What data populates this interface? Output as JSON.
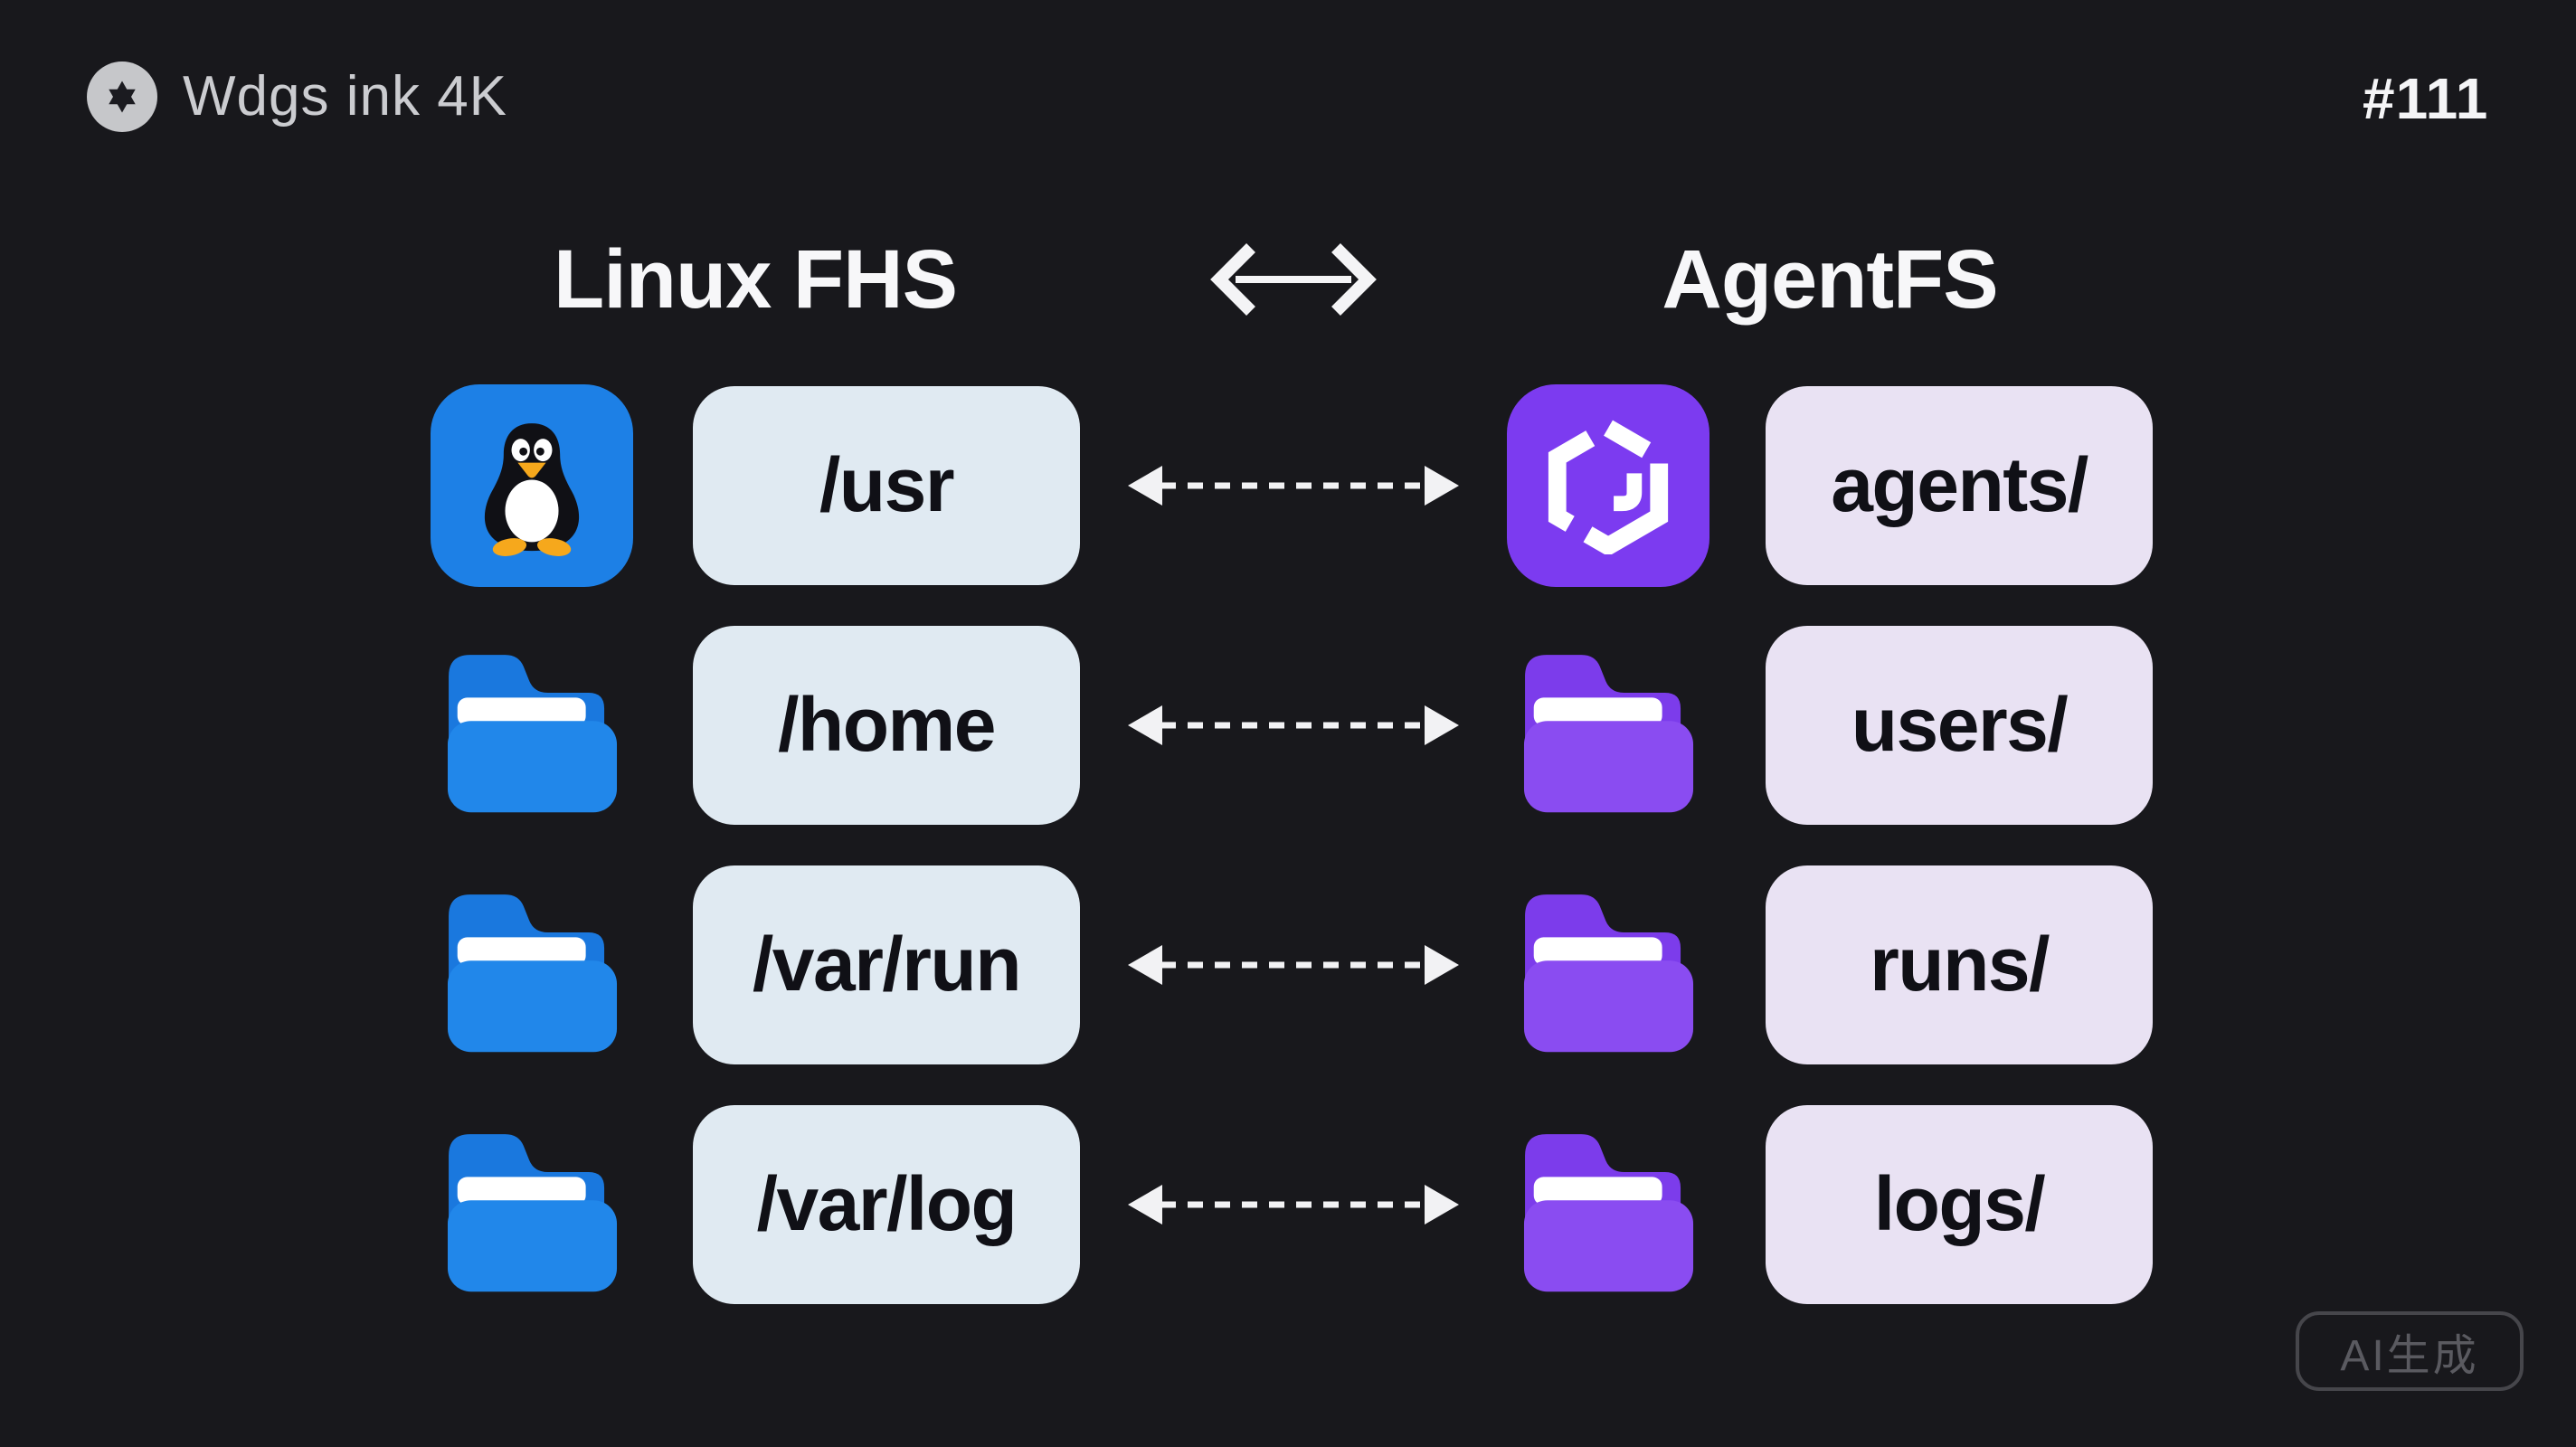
{
  "header": {
    "brand": "Wdgs ink 4K",
    "issue_number": "#111"
  },
  "titles": {
    "left": "Linux FHS",
    "right": "AgentFS"
  },
  "rows": [
    {
      "linux_path": "/usr",
      "linux_icon": "tux-penguin-icon",
      "agent_path": "agents/",
      "agent_icon": "agentfs-logo-icon"
    },
    {
      "linux_path": "/home",
      "linux_icon": "folder-icon-blue",
      "agent_path": "users/",
      "agent_icon": "folder-icon-purple"
    },
    {
      "linux_path": "/var/run",
      "linux_icon": "folder-icon-blue",
      "agent_path": "runs/",
      "agent_icon": "folder-icon-purple"
    },
    {
      "linux_path": "/var/log",
      "linux_icon": "folder-icon-blue",
      "agent_path": "logs/",
      "agent_icon": "folder-icon-purple"
    }
  ],
  "footer": {
    "watermark": "AI生成"
  },
  "colors": {
    "background": "#18181c",
    "linux_icon_blue": "#1d80e6",
    "linux_box": "#e0eaf2",
    "agent_icon_purple": "#7c3bf0",
    "agent_box": "#e9e2f3",
    "arrow": "#f2f2f4"
  }
}
